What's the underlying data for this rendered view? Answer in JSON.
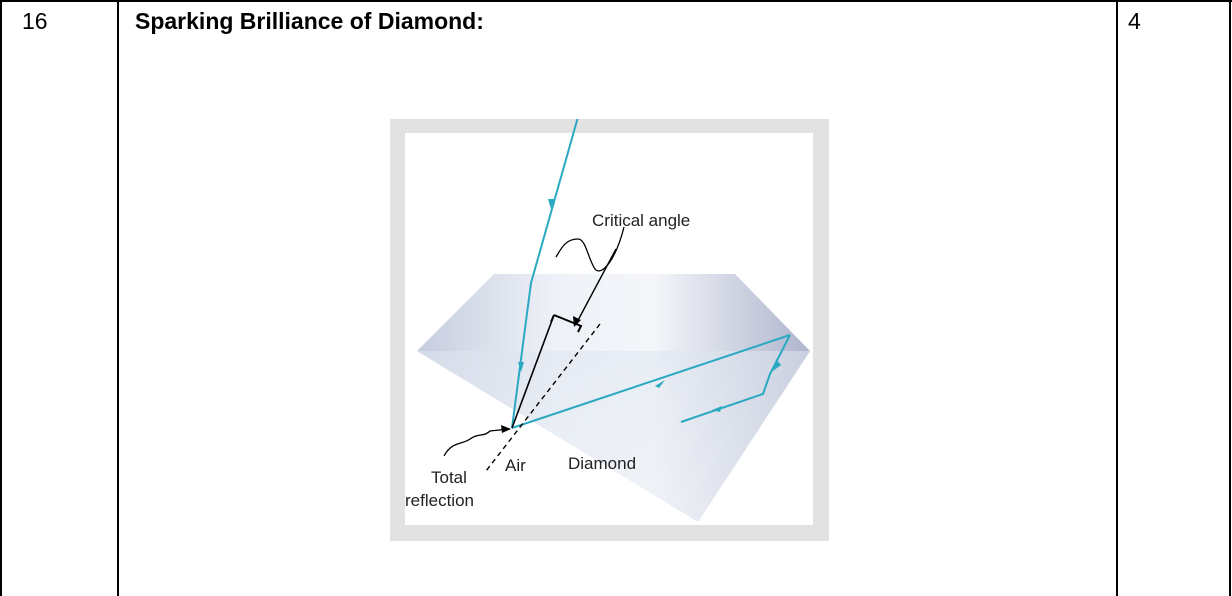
{
  "row": {
    "number": "16",
    "title": "Sparking Brilliance of Diamond:",
    "marks": "4"
  },
  "figure": {
    "labels": {
      "critical_angle": "Critical angle",
      "total_reflection_line1": "Total",
      "total_reflection_line2": "reflection",
      "air": "Air",
      "diamond": "Diamond"
    },
    "colors": {
      "ray": "#2aa9c2",
      "frame": "#e2e2e2",
      "diamond_light": "#dde3ee",
      "diamond_mid": "#b9c1d6"
    }
  }
}
